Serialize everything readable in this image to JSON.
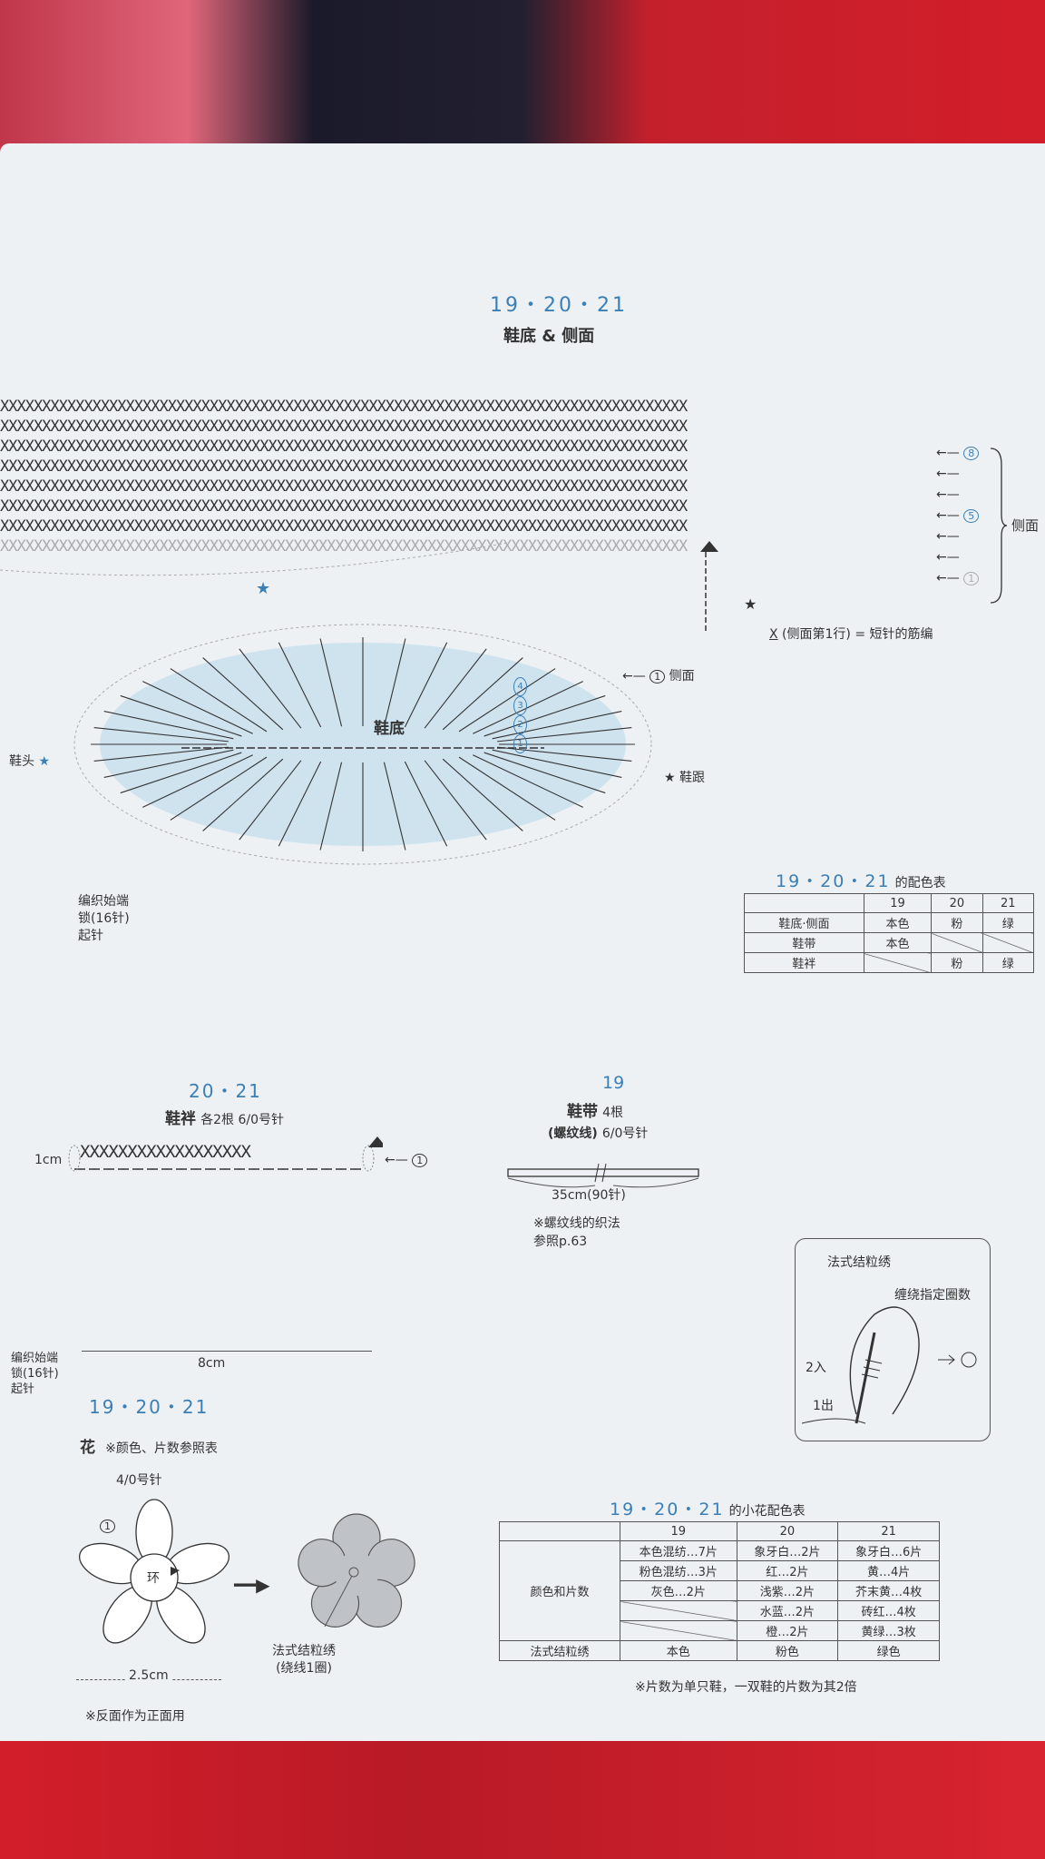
{
  "sole_section": {
    "title_num": "19・20・21",
    "title": "鞋底 & 侧面",
    "side_label": "侧面",
    "row_marks": [
      "8",
      "5",
      "1"
    ],
    "side_note": "(侧面第1行) = 短针的筋编",
    "sole_label": "鞋底",
    "side_pointer": "侧面",
    "side_pointer_num": "1",
    "toe_label": "鞋头",
    "heel_label": "鞋跟",
    "start_note": "编织始端\n锁(16针)\n起针",
    "round_nums": [
      "4",
      "3",
      "2",
      "1"
    ]
  },
  "color_table": {
    "title_num": "19・20・21",
    "title": "的配色表",
    "header": [
      "",
      "19",
      "20",
      "21"
    ],
    "rows": [
      [
        "鞋底·侧面",
        "本色",
        "粉",
        "绿"
      ],
      [
        "鞋带",
        "本色",
        "",
        ""
      ],
      [
        "鞋袢",
        "",
        "粉",
        "绿"
      ]
    ]
  },
  "strap_section": {
    "title_num": "20・21",
    "title": "鞋袢",
    "subtitle": "各2根  6/0号针",
    "height": "1cm",
    "width": "8cm",
    "start_note": "编织始端\n锁(16针)\n起针",
    "pointer_num": "1"
  },
  "lace_section": {
    "title_num": "19",
    "title": "鞋带",
    "count": "4根",
    "sub1": "(螺纹线)",
    "sub2": "6/0号针",
    "length": "35cm(90针)",
    "note": "※螺纹线的织法\n参照p.63"
  },
  "french_knot": {
    "title": "法式结粒绣",
    "wrap_label": "缠绕指定圈数",
    "in_label": "2入",
    "out_label": "1出"
  },
  "flower_section": {
    "title_num": "19・20・21",
    "title": "花",
    "note": "※颜色、片数参照表",
    "needle": "4/0号针",
    "ring": "环",
    "size": "2.5cm",
    "reverse_note": "※反面作为正面用",
    "knot_note": "法式结粒绣\n(绕线1圈)",
    "round_num": "1"
  },
  "flower_table": {
    "title_num": "19・20・21",
    "title": "的小花配色表",
    "header": [
      "",
      "19",
      "20",
      "21"
    ],
    "row_label_colors": "颜色和片数",
    "col19": [
      "本色混纺…7片",
      "粉色混纺…3片",
      "灰色…2片",
      "",
      ""
    ],
    "col20": [
      "象牙白…2片",
      "红…2片",
      "浅紫…2片",
      "水蓝…2片",
      "橙…2片"
    ],
    "col21": [
      "象牙白…6片",
      "黄…4片",
      "芥末黄…4枚",
      "砖红…4枚",
      "黄绿…3枚"
    ],
    "row_label_knot": "法式结粒绣",
    "knot": [
      "本色",
      "粉色",
      "绿色"
    ],
    "footnote": "※片数为单只鞋，一双鞋的片数为其2倍"
  }
}
